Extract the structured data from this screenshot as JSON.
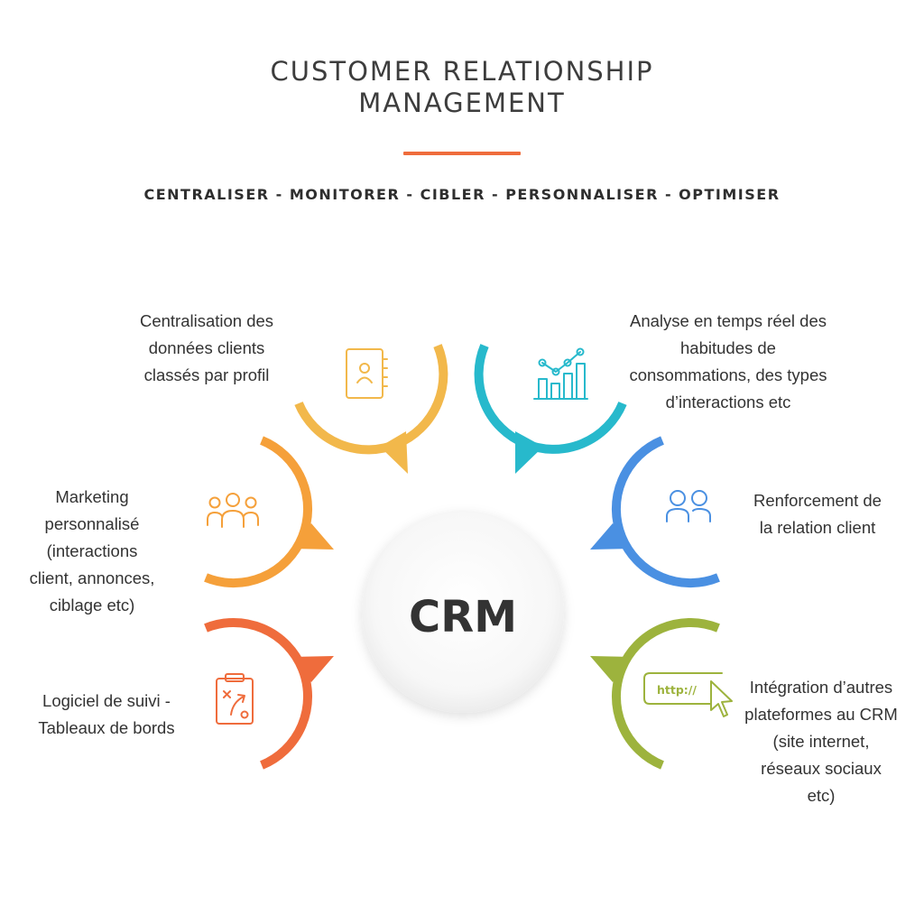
{
  "title": {
    "line1": "CUSTOMER RELATIONSHIP",
    "line2": "MANAGEMENT"
  },
  "tagline": "CENTRALISER - MONITORER - CIBLER - PERSONNALISER - OPTIMISER",
  "center": {
    "label": "CRM"
  },
  "colors": {
    "title": "#3d3d3d",
    "underline": "#ef6c3c",
    "yellow": "#f2b84b",
    "orange": "#f5a03a",
    "red_orange": "#ef6c3c",
    "teal": "#27b9cc",
    "blue": "#4a90e2",
    "green": "#9db33d"
  },
  "segments": [
    {
      "id": "centralisation",
      "color": "#f2b84b",
      "icon": "contact-book-icon",
      "lines": [
        "Centralisation des",
        "données clients",
        "classés par profil"
      ]
    },
    {
      "id": "marketing",
      "color": "#f5a03a",
      "icon": "group-icon",
      "lines": [
        "Marketing",
        "personnalisé",
        "(interactions",
        "client, annonces,",
        "ciblage etc)"
      ]
    },
    {
      "id": "logiciel",
      "color": "#ef6c3c",
      "icon": "clipboard-strategy-icon",
      "lines": [
        "Logiciel de suivi -",
        "Tableaux de bords"
      ]
    },
    {
      "id": "analyse",
      "color": "#27b9cc",
      "icon": "bar-chart-icon",
      "lines": [
        "Analyse en temps réel des",
        "habitudes de",
        "consommations, des types",
        "d’interactions etc"
      ]
    },
    {
      "id": "renforcement",
      "color": "#4a90e2",
      "icon": "users-icon",
      "lines": [
        "Renforcement de",
        "la relation client"
      ]
    },
    {
      "id": "integration",
      "color": "#9db33d",
      "icon": "http-cursor-icon",
      "http_text": "http://",
      "lines": [
        "Intégration d’autres",
        "plateformes au CRM",
        "(site internet,",
        "réseaux sociaux",
        "etc)"
      ]
    }
  ]
}
